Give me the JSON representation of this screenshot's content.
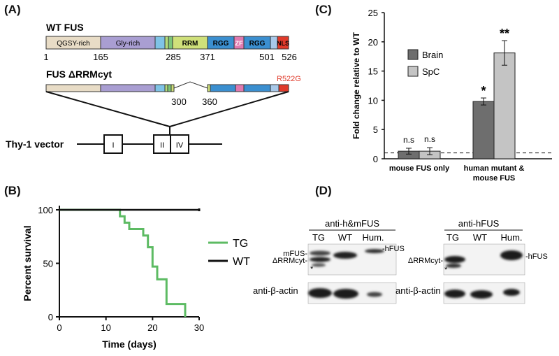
{
  "panels": {
    "a": "(A)",
    "b": "(B)",
    "c": "(C)",
    "d": "(D)"
  },
  "panel_a": {
    "wt_title": "WT FUS",
    "domains": {
      "qgsy": "QGSY-rich",
      "gly": "Gly-rich",
      "rrm": "RRM",
      "rgg1": "RGG",
      "zf": "ZF",
      "rgg2": "RGG",
      "nls": "NLS"
    },
    "positions": [
      "1",
      "165",
      "285",
      "371",
      "501",
      "526"
    ],
    "mut_title": "FUS ΔRRMcyt",
    "mutation_label": "R522G",
    "deletion_positions": [
      "300",
      "360"
    ],
    "vector_label": "Thy-1 vector",
    "exons": [
      "I",
      "II",
      "IV"
    ],
    "colors": {
      "qgsy": "#e8dcc6",
      "gly": "#a99ed2",
      "small1": "#7fc3e6",
      "small2": "#b4db7b",
      "rrm": "#cfe07a",
      "rgg": "#3b8fd0",
      "zf": "#e07ab0",
      "nls": "#e03a2a",
      "mutation": "#e03a2a"
    }
  },
  "chart_data": [
    {
      "type": "line",
      "panel": "B",
      "ylabel": "Percent survival",
      "xlabel": "Time (days)",
      "xlim": [
        0,
        30
      ],
      "ylim": [
        0,
        100
      ],
      "xticks": [
        "0",
        "10",
        "20",
        "30"
      ],
      "yticks": [
        "0",
        "50",
        "100"
      ],
      "series": [
        {
          "name": "TG",
          "color": "#5dbb63",
          "step": true,
          "points": [
            [
              0,
              100
            ],
            [
              13,
              100
            ],
            [
              13,
              94
            ],
            [
              14,
              94
            ],
            [
              14,
              88
            ],
            [
              15,
              88
            ],
            [
              15,
              82
            ],
            [
              18,
              82
            ],
            [
              18,
              76
            ],
            [
              19,
              76
            ],
            [
              19,
              65
            ],
            [
              20,
              65
            ],
            [
              20,
              47
            ],
            [
              21,
              47
            ],
            [
              21,
              35
            ],
            [
              23,
              35
            ],
            [
              23,
              12
            ],
            [
              27,
              12
            ],
            [
              27,
              0
            ]
          ]
        },
        {
          "name": "WT",
          "color": "#111111",
          "step": true,
          "points": [
            [
              0,
              100
            ],
            [
              30,
              100
            ]
          ]
        }
      ],
      "legend_position": "right"
    },
    {
      "type": "bar",
      "panel": "C",
      "ylabel": "Fold change relative to WT",
      "ylim": [
        0,
        25
      ],
      "yticks": [
        "0",
        "5",
        "10",
        "15",
        "20",
        "25"
      ],
      "categories": [
        "mouse FUS only",
        "human mutant & mouse FUS"
      ],
      "category_lines": [
        [
          "mouse FUS only"
        ],
        [
          "human mutant &",
          "mouse FUS"
        ]
      ],
      "series": [
        {
          "name": "Brain",
          "color": "#6e6e6e",
          "values": [
            1.3,
            9.8
          ],
          "errors": [
            0.5,
            0.6
          ]
        },
        {
          "name": "SpC",
          "color": "#c4c4c4",
          "values": [
            1.3,
            18.1
          ],
          "errors": [
            0.6,
            2.1
          ]
        }
      ],
      "annotations": [
        [
          "n.s",
          "n.s"
        ],
        [
          "*",
          "**"
        ]
      ],
      "reference_line": 1,
      "legend_position": "top-left"
    }
  ],
  "panel_d": {
    "left": {
      "antibody": "anti-h&mFUS",
      "lanes": [
        "TG",
        "WT",
        "Hum."
      ],
      "band_labels_left": [
        "mFUS-",
        "ΔRRMcyt-"
      ],
      "band_label_right": "-hFUS",
      "star": "*",
      "actin_label": "anti-β-actin"
    },
    "right": {
      "antibody": "anti-hFUS",
      "lanes": [
        "TG",
        "WT",
        "Hum."
      ],
      "band_label_left": "ΔRRMcyt-",
      "band_label_right": "-hFUS",
      "star": "*",
      "actin_label": "anti-β-actin"
    }
  }
}
